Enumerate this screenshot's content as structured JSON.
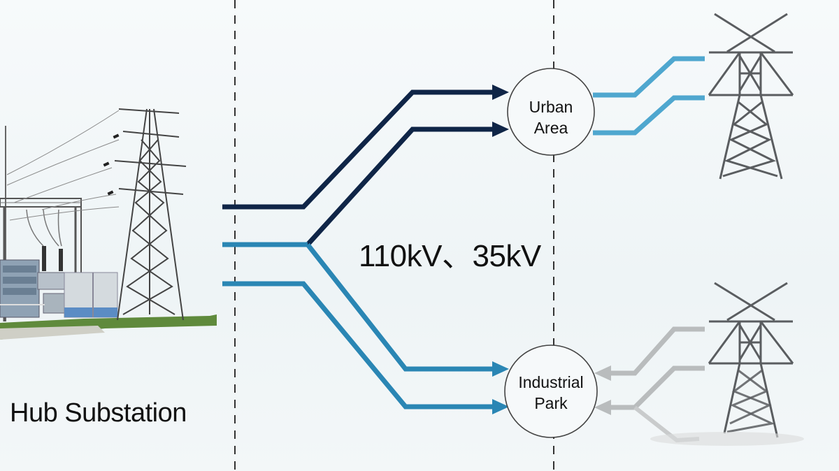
{
  "diagram": {
    "hub_label": "Hub Substation",
    "voltage_label": "110kV、35kV",
    "nodes": {
      "urban": {
        "line1": "Urban",
        "line2": "Area"
      },
      "industrial": {
        "line1": "Industrial",
        "line2": "Park"
      }
    },
    "colors": {
      "dark_line": "#0f2547",
      "blue_line": "#2a86b4",
      "light_blue_line": "#4fa7cf",
      "gray_line": "#b9bcbd",
      "tower": "#5a5d60",
      "divider": "#333333"
    },
    "feeders_from_hub": 3,
    "inputs_to_urban": 2,
    "inputs_to_industrial": 2,
    "outputs_from_urban_to_tower": 2,
    "inputs_from_tower_to_industrial": 2
  }
}
